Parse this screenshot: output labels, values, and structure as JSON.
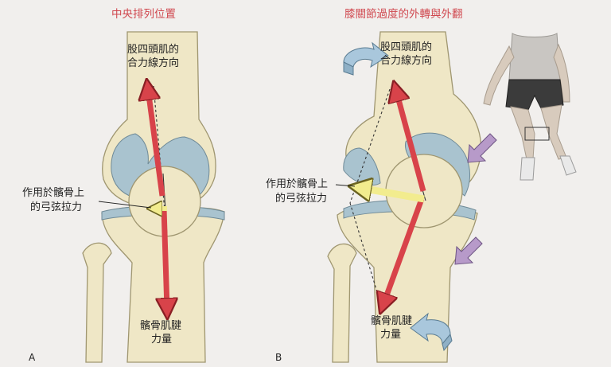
{
  "panel_a": {
    "title": "中央排列位置",
    "quad_force_line1": "股四頭肌的",
    "quad_force_line2": "合力線方向",
    "bowstring_line1": "作用於髕骨上",
    "bowstring_line2": "的弓弦拉力",
    "tendon_line1": "髕骨肌腱",
    "tendon_line2": "力量",
    "label": "A"
  },
  "panel_b": {
    "title": "膝關節過度的外轉與外翻",
    "quad_force_line1": "股四頭肌的",
    "quad_force_line2": "合力線方向",
    "bowstring_line1": "作用於髕骨上",
    "bowstring_line2": "的弓弦拉力",
    "tendon_line1": "髕骨肌腱",
    "tendon_line2": "力量",
    "label": "B"
  },
  "colors": {
    "title": "#d0484f",
    "bone": "#efe7c6",
    "cartilage": "#a9c3cf",
    "quad_arrow": "#d8434a",
    "bowstring_arrow": "#f2ec8e",
    "rotation_arrow": "#a9c7dc",
    "valgus_arrow": "#b79ac9"
  }
}
